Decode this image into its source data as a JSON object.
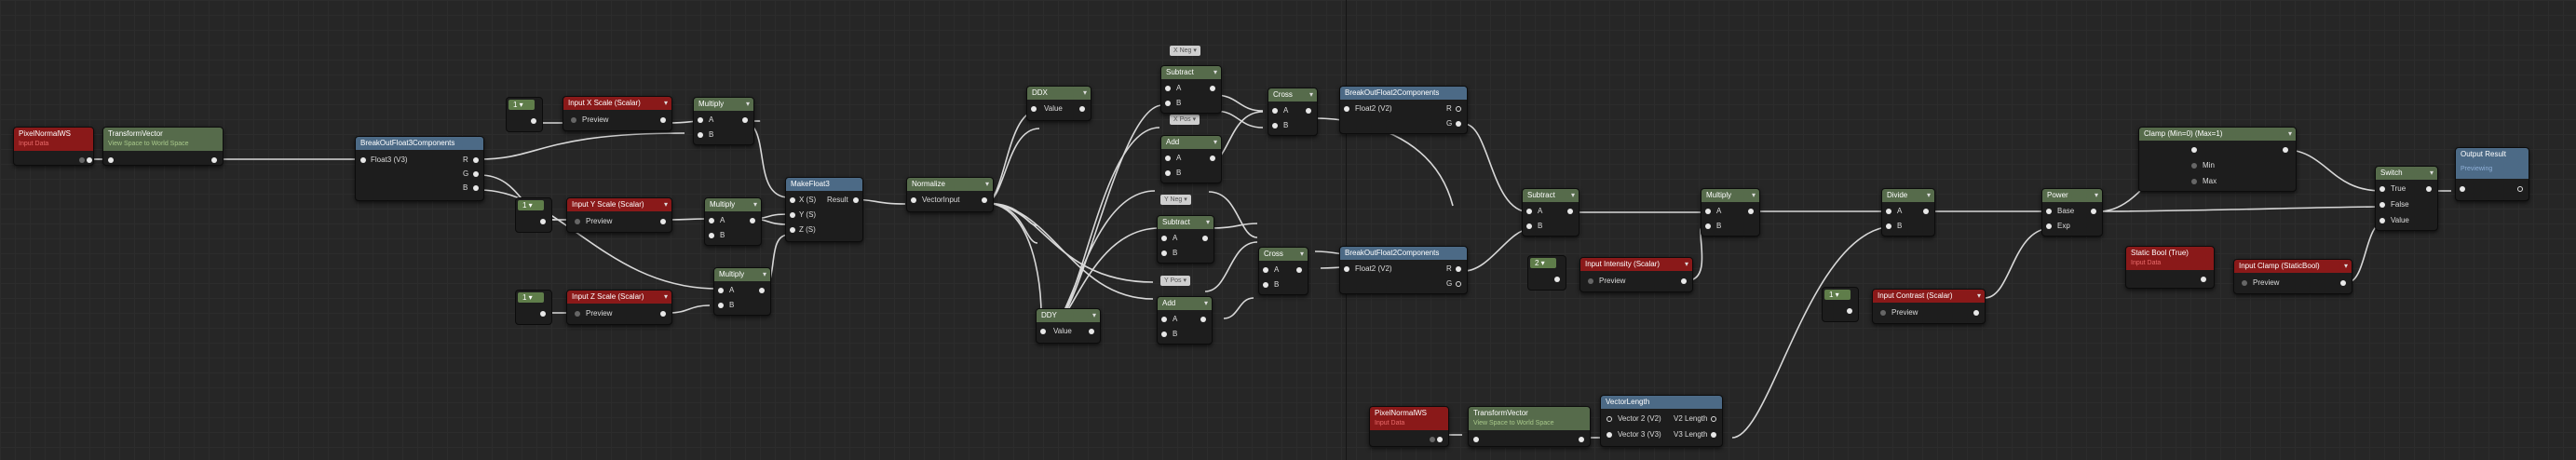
{
  "nodes": {
    "pixel_normal_ws_1": {
      "title": "PixelNormalWS",
      "sub": "Input Data"
    },
    "transform_vector_1": {
      "title": "TransformVector",
      "sub": "View Space to World Space"
    },
    "break_float3": {
      "title": "BreakOutFloat3Components",
      "in": "Float3 (V3)",
      "outs": [
        "R",
        "G",
        "B"
      ]
    },
    "const_1a": {
      "value": "1"
    },
    "const_1b": {
      "value": "1"
    },
    "const_1c": {
      "value": "1"
    },
    "input_x_scale": {
      "title": "Input X Scale (Scalar)",
      "pin": "Preview"
    },
    "input_y_scale": {
      "title": "Input Y Scale (Scalar)",
      "pin": "Preview"
    },
    "input_z_scale": {
      "title": "Input Z Scale (Scalar)",
      "pin": "Preview"
    },
    "multiply_1": {
      "title": "Multiply",
      "a": "A",
      "b": "B"
    },
    "multiply_2": {
      "title": "Multiply",
      "a": "A",
      "b": "B"
    },
    "multiply_3": {
      "title": "Multiply",
      "a": "A",
      "b": "B"
    },
    "make_float3": {
      "title": "MakeFloat3",
      "ins": [
        "X (S)",
        "Y (S)",
        "Z (S)"
      ],
      "out": "Result"
    },
    "normalize": {
      "title": "Normalize",
      "in": "VectorInput"
    },
    "ddx": {
      "title": "DDX",
      "pin": "Value"
    },
    "ddy": {
      "title": "DDY",
      "pin": "Value"
    },
    "tag_xneg": {
      "text": "X Neg"
    },
    "tag_xpos": {
      "text": "X Pos"
    },
    "tag_yneg": {
      "text": "Y Neg"
    },
    "tag_ypos": {
      "text": "Y Pos"
    },
    "subtract_1": {
      "title": "Subtract",
      "a": "A",
      "b": "B"
    },
    "add_1": {
      "title": "Add",
      "a": "A",
      "b": "B"
    },
    "subtract_2": {
      "title": "Subtract",
      "a": "A",
      "b": "B"
    },
    "add_2": {
      "title": "Add",
      "a": "A",
      "b": "B"
    },
    "cross_1": {
      "title": "Cross",
      "a": "A",
      "b": "B"
    },
    "cross_2": {
      "title": "Cross",
      "a": "A",
      "b": "B"
    },
    "break_float2_1": {
      "title": "BreakOutFloat2Components",
      "in": "Float2 (V2)",
      "outs": [
        "R",
        "G"
      ]
    },
    "break_float2_2": {
      "title": "BreakOutFloat2Components",
      "in": "Float2 (V2)",
      "outs": [
        "R",
        "G"
      ]
    },
    "subtract_3": {
      "title": "Subtract",
      "a": "A",
      "b": "B"
    },
    "const_2": {
      "value": "2"
    },
    "input_intensity": {
      "title": "Input Intensity (Scalar)",
      "pin": "Preview"
    },
    "multiply_4": {
      "title": "Multiply",
      "a": "A",
      "b": "B"
    },
    "pixel_normal_ws_2": {
      "title": "PixelNormalWS",
      "sub": "Input Data"
    },
    "transform_vector_2": {
      "title": "TransformVector",
      "sub": "View Space to World Space"
    },
    "vector_length": {
      "title": "VectorLength",
      "ins": [
        "Vector 2 (V2)",
        "Vector 3 (V3)"
      ],
      "outs": [
        "V2 Length",
        "V3 Length"
      ]
    },
    "divide": {
      "title": "Divide",
      "a": "A",
      "b": "B"
    },
    "const_1d": {
      "value": "1"
    },
    "input_contrast": {
      "title": "Input Contrast (Scalar)",
      "pin": "Preview"
    },
    "power": {
      "title": "Power",
      "a": "Base",
      "b": "Exp"
    },
    "clamp": {
      "title": "Clamp (Min=0) (Max=1)",
      "min": "Min",
      "max": "Max"
    },
    "static_bool": {
      "title": "Static Bool (True)",
      "sub": "Input Data"
    },
    "input_clamp": {
      "title": "Input Clamp (StaticBool)",
      "pin": "Preview"
    },
    "switch": {
      "title": "Switch",
      "ins": [
        "True",
        "False",
        "Value"
      ]
    },
    "output_result": {
      "title": "Output Result",
      "sub": "Previewing"
    }
  },
  "colors": {
    "background": "#262626",
    "wire": "#d8d8d8",
    "header_green": "#566b4b",
    "header_red": "#8a1919",
    "header_blue": "#4c6a86"
  }
}
